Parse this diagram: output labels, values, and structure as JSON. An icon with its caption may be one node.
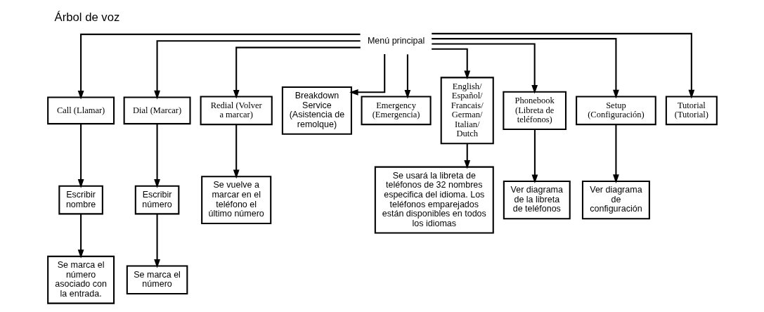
{
  "diagram": {
    "title": "Árbol de voz",
    "nodes": [
      {
        "text": [
          "Menú principal"
        ]
      },
      {
        "text": [
          "Call (Llamar)"
        ]
      },
      {
        "text": [
          "Dial (Marcar)"
        ]
      },
      {
        "text": [
          "Redial (Volver a marcar)"
        ]
      },
      {
        "text": [
          "Breakdown Service (Asistencia de remolque)"
        ]
      },
      {
        "text": [
          "Emergency (Emergencia)"
        ]
      },
      {
        "text": [
          "English/ Español/ Francais/ German/ Italian/ Dutch"
        ]
      },
      {
        "text": [
          "Phonebook (Libreta de teléfonos)"
        ]
      },
      {
        "text": [
          "Setup (Configuración)"
        ]
      },
      {
        "text": [
          "Tutorial (Tutorial)"
        ]
      },
      {
        "text": [
          "Escribir nombre"
        ]
      },
      {
        "text": [
          "Escribir número"
        ]
      },
      {
        "text": [
          "Se vuelve a marcar en el teléfono el último número"
        ]
      },
      {
        "text": [
          "Ver diagrama de la libreta de teléfonos"
        ]
      },
      {
        "text": [
          "Ver diagrama de configuración"
        ]
      },
      {
        "text": [
          "Se usará la libreta de teléfonos de 32 nombres especifica del idioma. Los teléfonos emparejados están disponibles en todos los idiomas"
        ]
      },
      {
        "text": [
          "Se marca el número asociado con la entrada."
        ]
      },
      {
        "text": [
          "Se marca el número"
        ]
      }
    ],
    "edges": [
      {
        "from": 0,
        "to": 1,
        "arrow": "to"
      },
      {
        "from": 0,
        "to": 2,
        "arrow": "to"
      },
      {
        "from": 0,
        "to": 3,
        "arrow": "to"
      },
      {
        "from": 0,
        "to": 4,
        "arrow": "to"
      },
      {
        "from": 0,
        "to": 5,
        "arrow": "to"
      },
      {
        "from": 0,
        "to": 6,
        "arrow": "to"
      },
      {
        "from": 0,
        "to": 7,
        "arrow": "to"
      },
      {
        "from": 0,
        "to": 8,
        "arrow": "to"
      },
      {
        "from": 0,
        "to": 9,
        "arrow": "to"
      },
      {
        "from": 1,
        "to": 10,
        "arrow": "to"
      },
      {
        "from": 2,
        "to": 11,
        "arrow": "to"
      },
      {
        "from": 3,
        "to": 12,
        "arrow": "to"
      },
      {
        "from": 7,
        "to": 13,
        "arrow": "to"
      },
      {
        "from": 8,
        "to": 14,
        "arrow": "to"
      },
      {
        "from": 6,
        "to": 15,
        "arrow": "to"
      },
      {
        "from": 10,
        "to": 16,
        "arrow": "to"
      },
      {
        "from": 11,
        "to": 17,
        "arrow": "to"
      }
    ]
  }
}
